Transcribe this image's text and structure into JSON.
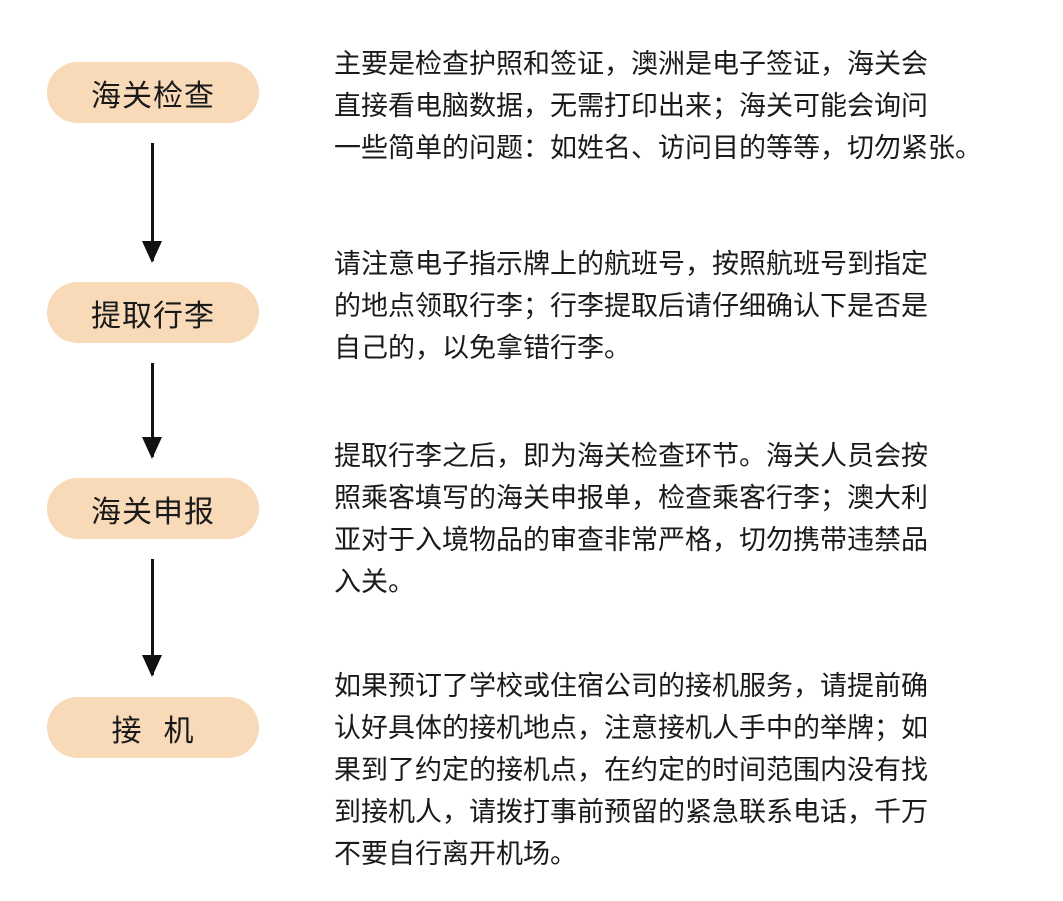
{
  "steps": [
    {
      "label": "海关检查",
      "lines": [
        "主要是检查护照和签证，澳洲是电子签证，海关会",
        "直接看电脑数据，无需打印出来；海关可能会询问",
        "一些简单的问题：如姓名、访问目的等等，切勿紧张。"
      ]
    },
    {
      "label": "提取行李",
      "lines": [
        "请注意电子指示牌上的航班号，按照航班号到指定",
        "的地点领取行李；行李提取后请仔细确认下是否是",
        "自己的，以免拿错行李。"
      ]
    },
    {
      "label": "海关申报",
      "lines": [
        "提取行李之后，即为海关检查环节。海关人员会按",
        "照乘客填写的海关申报单，检查乘客行李；澳大利",
        "亚对于入境物品的审查非常严格，切勿携带违禁品",
        "入关。"
      ]
    },
    {
      "label": "接  机",
      "lines": [
        "如果预订了学校或住宿公司的接机服务，请提前确",
        "认好具体的接机地点，注意接机人手中的举牌；如",
        "果到了约定的接机点，在约定的时间范围内没有找",
        "到接机人，请拨打事前预留的紧急联系电话，千万",
        "不要自行离开机场。"
      ]
    }
  ]
}
